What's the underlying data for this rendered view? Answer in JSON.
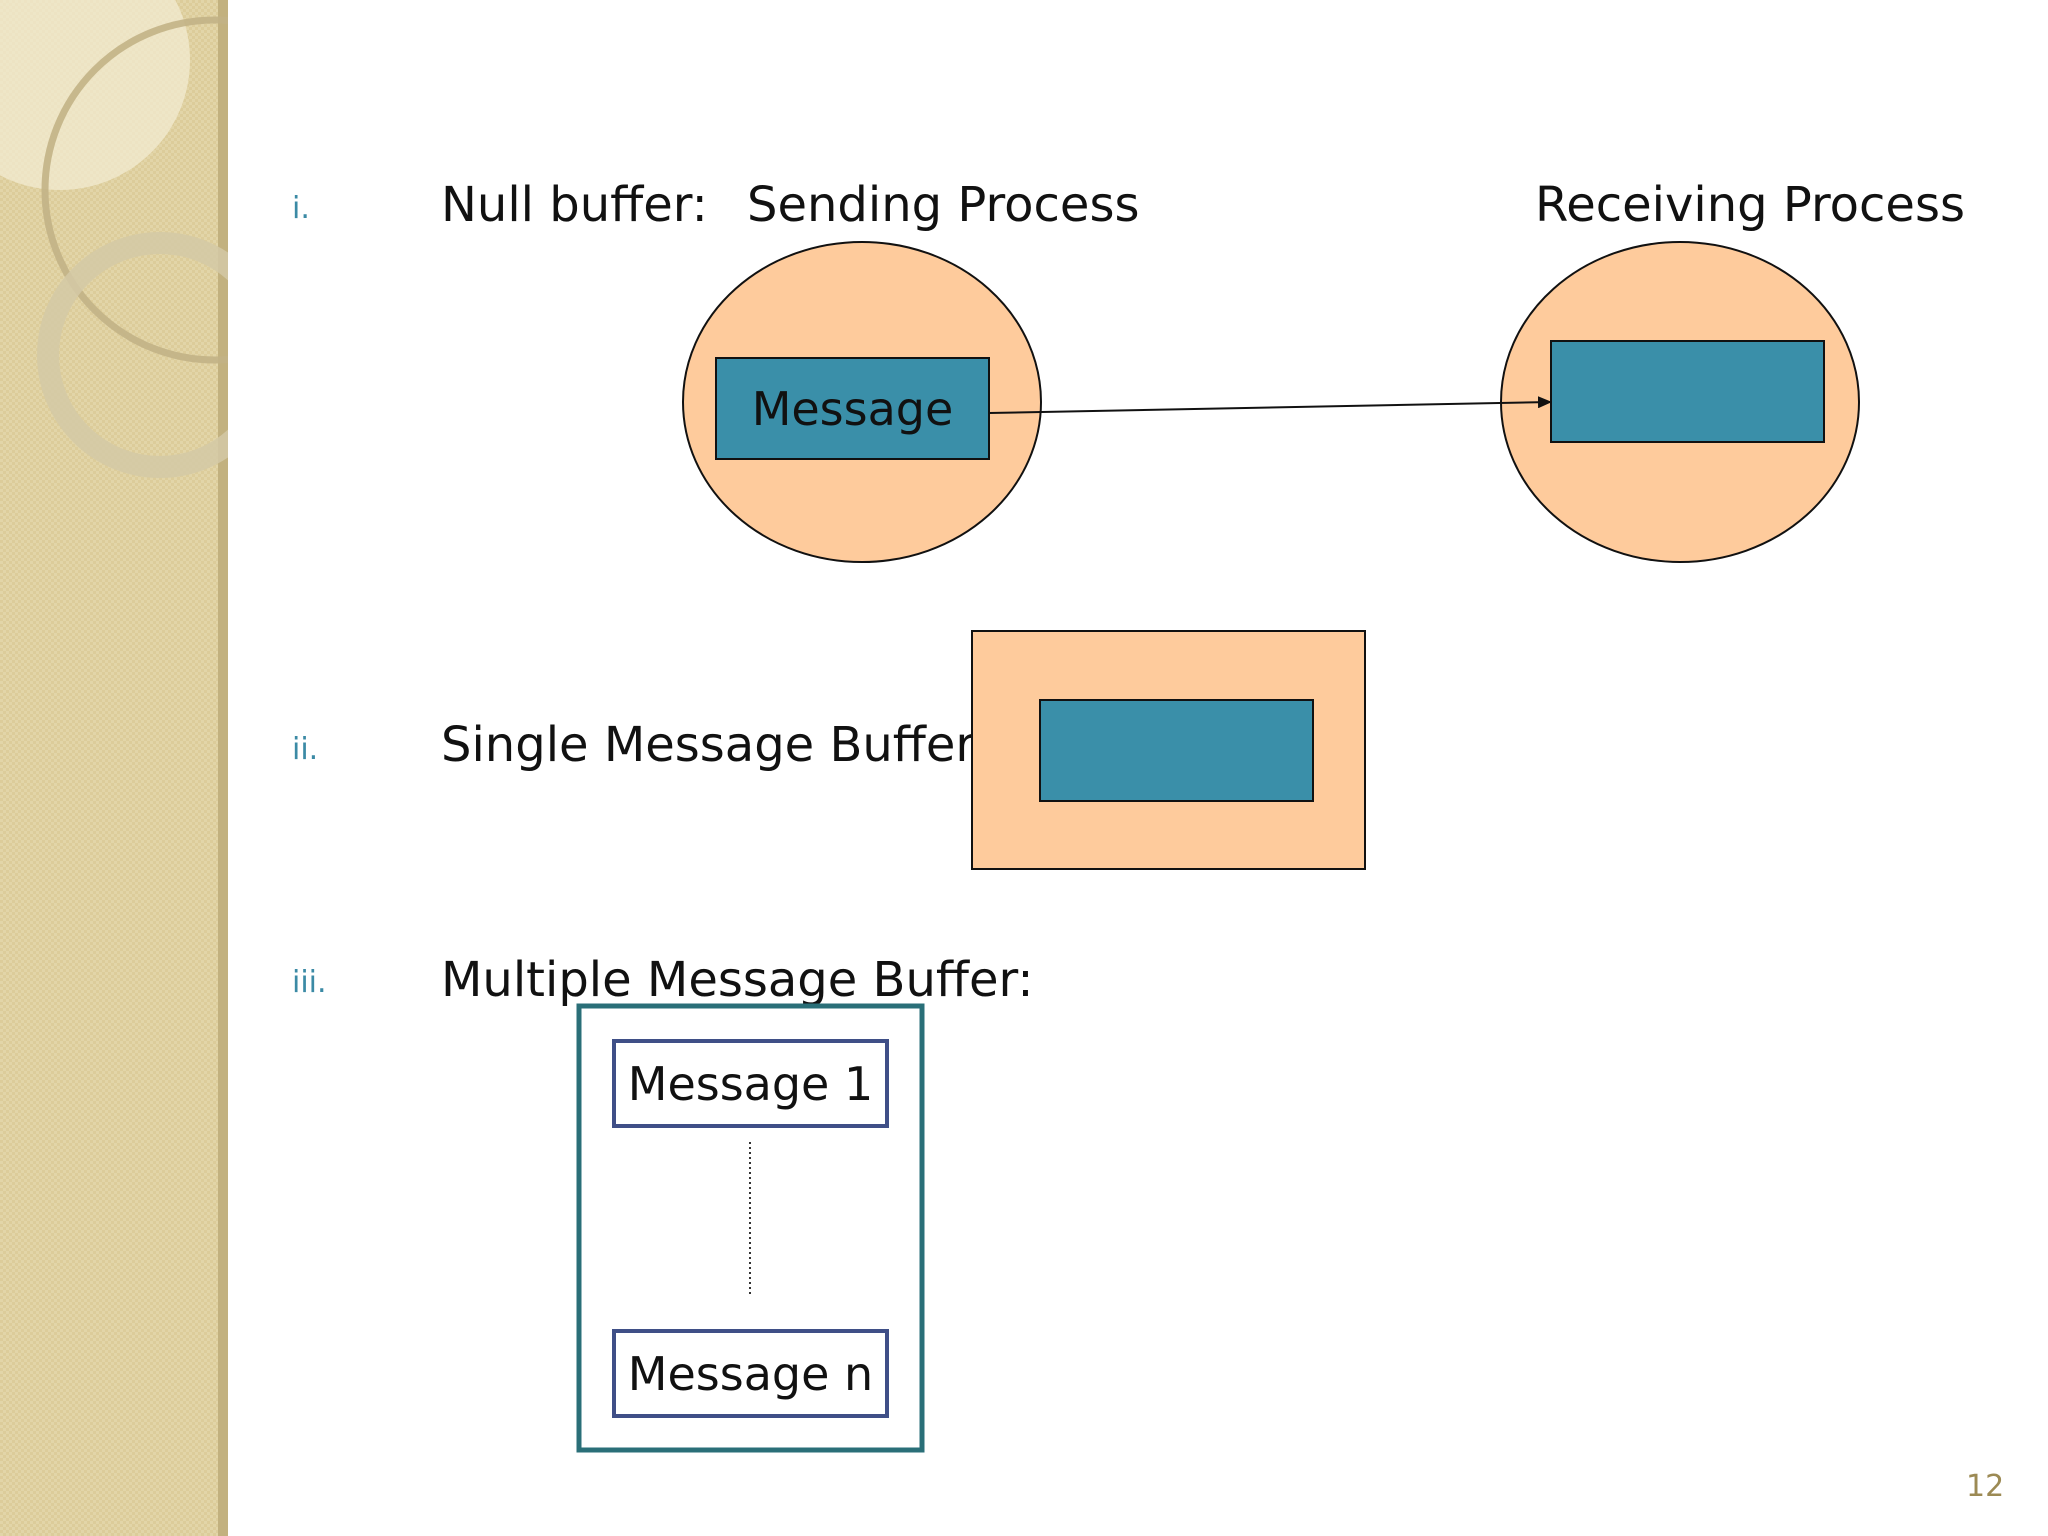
{
  "theme": {
    "sidebar_tan": "#eadcae",
    "peach": "#fecb9c",
    "teal": "#3a8fa9",
    "frame_teal": "#2a6f78",
    "msg_border": "#3f4f87",
    "number_color": "#3b8aa5",
    "page_number_color": "#9c8a54"
  },
  "items": [
    {
      "number": "i.",
      "label": "Null buffer:"
    },
    {
      "number": "ii.",
      "label": "Single Message Buffer:"
    },
    {
      "number": "iii.",
      "label": "Multiple Message Buffer:"
    }
  ],
  "null_buffer": {
    "sender_title": "Sending Process",
    "receiver_title": "Receiving Process",
    "message_label": "Message"
  },
  "multiple_buffer": {
    "first_message": "Message 1",
    "last_message": "Message n"
  },
  "page_number": "12"
}
